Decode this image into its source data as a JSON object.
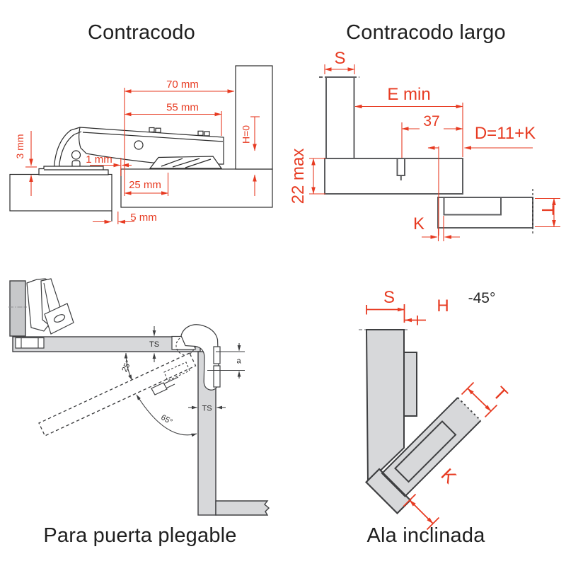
{
  "colors": {
    "dimension_red": "#e73b22",
    "panel_gray": "#d7d8da",
    "wall_gray": "#c7c8ca",
    "ink_dark": "#2b2b2b",
    "ink_medium": "#5c5d5f",
    "ink_drawing": "#3e3f41",
    "title_text": "#1f1f1f",
    "background": "#ffffff"
  },
  "contracodo": {
    "title": "Contracodo",
    "dim_70": "70 mm",
    "dim_55": "55 mm",
    "dim_3": "3 mm",
    "dim_1": "1 mm",
    "dim_25": "25 mm",
    "dim_5": "5 mm",
    "dim_h0": "H=0"
  },
  "contracodo_largo": {
    "title": "Contracodo largo",
    "dim_s": "S",
    "dim_emin": "E min",
    "dim_37": "37",
    "dim_d": "D=11+K",
    "dim_22": "22 max",
    "dim_k": "K",
    "dim_t": "T"
  },
  "puerta_plegable": {
    "title": "Para puerta plegable",
    "dim_ts_shelf": "TS",
    "dim_ts_door": "TS",
    "dim_a": "a",
    "angle_open": "25°",
    "angle_swing": "65°"
  },
  "ala_inclinada": {
    "title": "Ala inclinada",
    "dim_s": "S",
    "dim_h": "H",
    "angle": "-45°",
    "dim_t": "T",
    "dim_k": "K"
  }
}
